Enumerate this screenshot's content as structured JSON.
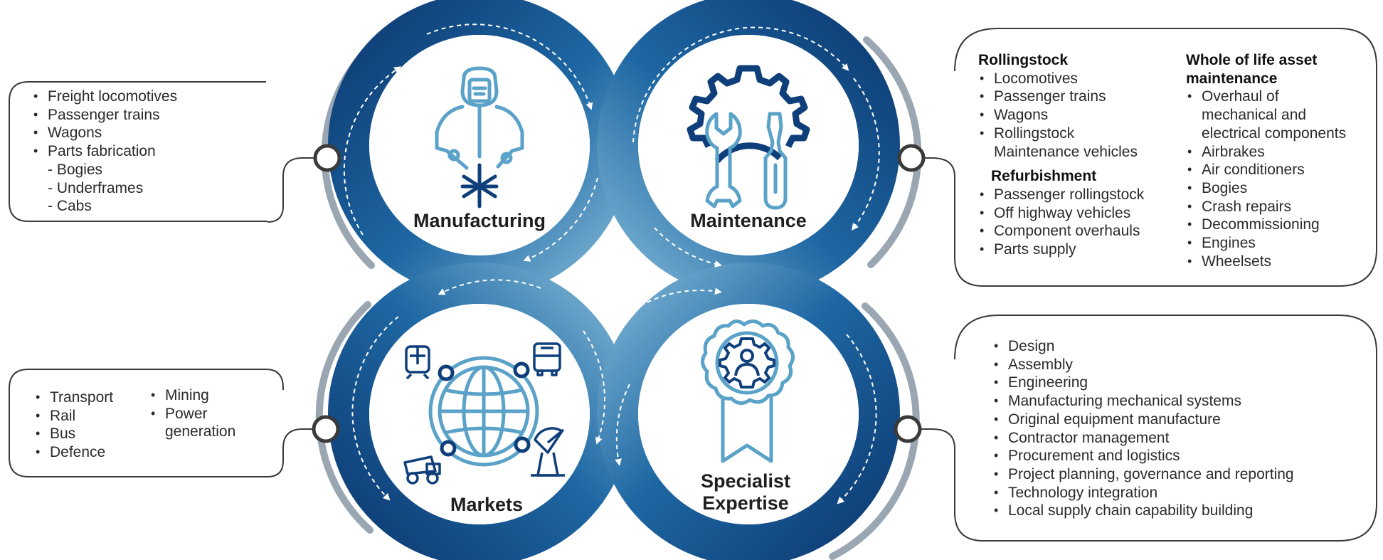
{
  "colors": {
    "ring_dark": "#0e3f7a",
    "ring_mid": "#1f6aa5",
    "ring_light": "#7fb6d6",
    "arc_grey": "#9aa6b2",
    "icon_light": "#5aa2c8",
    "icon_dark": "#0f3f7a",
    "callout_border": "#3a3a3a"
  },
  "circles": {
    "manufacturing": {
      "label": "Manufacturing",
      "icon": "welder-icon"
    },
    "maintenance": {
      "label": "Maintenance",
      "icon": "gear-wrench-screwdriver-icon"
    },
    "markets": {
      "label": "Markets",
      "icon": "globe-transport-icon"
    },
    "specialist": {
      "label_line1": "Specialist",
      "label_line2": "Expertise",
      "icon": "award-rosette-icon"
    }
  },
  "callouts": {
    "manufacturing": {
      "items": [
        {
          "text": "Freight locomotives",
          "kind": "bullet"
        },
        {
          "text": "Passenger trains",
          "kind": "bullet"
        },
        {
          "text": "Wagons",
          "kind": "bullet"
        },
        {
          "text": "Parts fabrication",
          "kind": "bullet"
        },
        {
          "text": "- Bogies",
          "kind": "sub"
        },
        {
          "text": "- Underframes",
          "kind": "sub"
        },
        {
          "text": "- Cabs",
          "kind": "sub"
        }
      ]
    },
    "maintenance": {
      "col1": {
        "heading1": "Rollingstock",
        "items1": [
          {
            "text": "Locomotives",
            "kind": "bullet"
          },
          {
            "text": "Passenger trains",
            "kind": "bullet"
          },
          {
            "text": "Wagons",
            "kind": "bullet"
          },
          {
            "text": "Rollingstock",
            "kind": "bullet"
          },
          {
            "text": "Maintenance vehicles",
            "kind": "cont"
          }
        ],
        "heading2": "Refurbishment",
        "items2": [
          {
            "text": "Passenger rollingstock",
            "kind": "bullet"
          },
          {
            "text": "Off highway vehicles",
            "kind": "bullet"
          },
          {
            "text": "Component overhauls",
            "kind": "bullet"
          },
          {
            "text": "Parts supply",
            "kind": "bullet"
          }
        ]
      },
      "col2": {
        "heading_line1": "Whole of life asset",
        "heading_line2": "maintenance",
        "items": [
          {
            "text": "Overhaul of",
            "kind": "bullet"
          },
          {
            "text": "mechanical and",
            "kind": "cont"
          },
          {
            "text": "electrical components",
            "kind": "cont"
          },
          {
            "text": "Airbrakes",
            "kind": "bullet"
          },
          {
            "text": "Air conditioners",
            "kind": "bullet"
          },
          {
            "text": "Bogies",
            "kind": "bullet"
          },
          {
            "text": "Crash repairs",
            "kind": "bullet"
          },
          {
            "text": "Decommissioning",
            "kind": "bullet"
          },
          {
            "text": "Engines",
            "kind": "bullet"
          },
          {
            "text": "Wheelsets",
            "kind": "bullet"
          }
        ]
      }
    },
    "markets": {
      "col1": [
        {
          "text": "Transport",
          "kind": "bullet"
        },
        {
          "text": "Rail",
          "kind": "bullet"
        },
        {
          "text": "Bus",
          "kind": "bullet"
        },
        {
          "text": "Defence",
          "kind": "bullet"
        }
      ],
      "col2": [
        {
          "text": "Mining",
          "kind": "bullet"
        },
        {
          "text": "Power",
          "kind": "bullet"
        },
        {
          "text": "generation",
          "kind": "cont"
        }
      ]
    },
    "specialist": {
      "items": [
        {
          "text": "Design",
          "kind": "bullet"
        },
        {
          "text": "Assembly",
          "kind": "bullet"
        },
        {
          "text": "Engineering",
          "kind": "bullet"
        },
        {
          "text": "Manufacturing mechanical systems",
          "kind": "bullet"
        },
        {
          "text": "Original equipment manufacture",
          "kind": "bullet"
        },
        {
          "text": "Contractor management",
          "kind": "bullet"
        },
        {
          "text": "Procurement and logistics",
          "kind": "bullet"
        },
        {
          "text": "Project planning, governance and reporting",
          "kind": "bullet"
        },
        {
          "text": "Technology integration",
          "kind": "bullet"
        },
        {
          "text": "Local supply chain capability building",
          "kind": "bullet"
        }
      ]
    }
  }
}
